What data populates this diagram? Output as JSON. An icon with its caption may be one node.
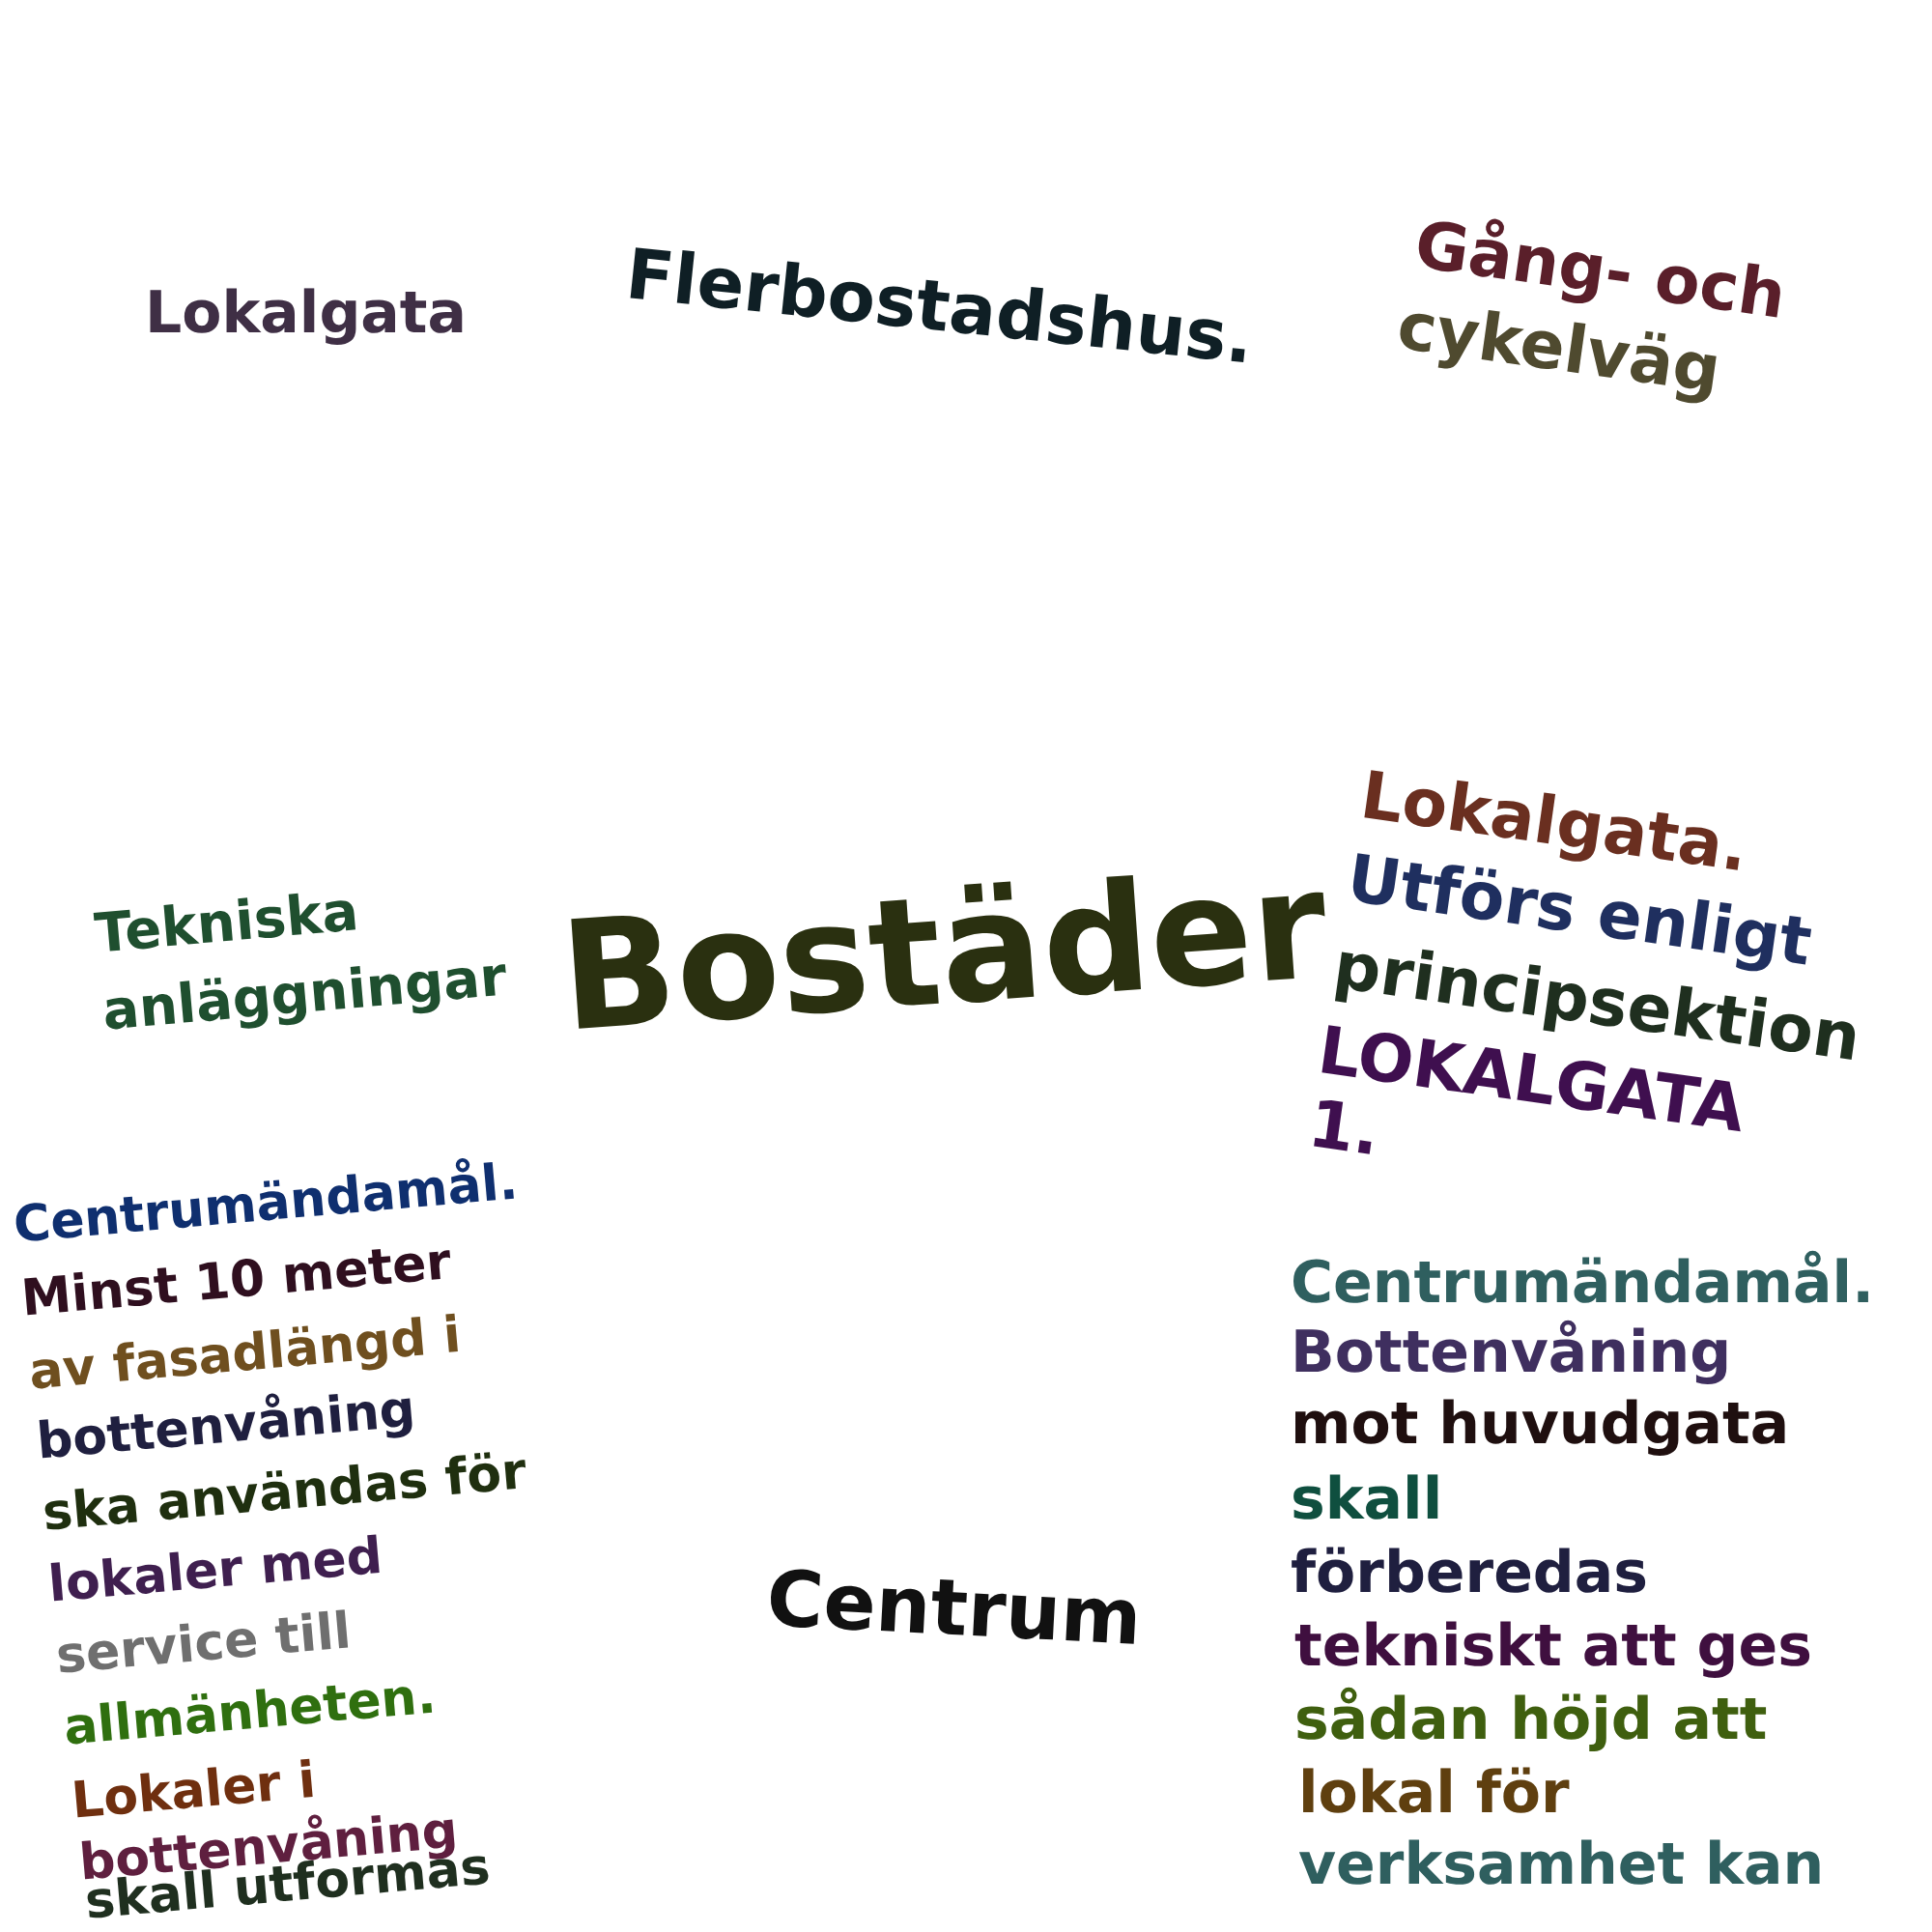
{
  "diagram": {
    "labels": [
      "Lokalgata",
      "Flerbostadshus.",
      "Gång- och",
      "cykelväg",
      "Lokalgata.",
      "Utförs enligt",
      "principsektion",
      "LOKALGATA",
      "1.",
      "Tekniska",
      "anläggningar",
      "Bostäder",
      "Centrumändamål.",
      "Minst 10 meter",
      "av fasadlängd i",
      "bottenvåning",
      "ska användas för",
      "lokaler med",
      "service till",
      "allmänheten.",
      "Lokaler i",
      "bottenvåning",
      "skall utformas",
      "Centrum",
      "Centrumändamål.",
      "Bottenvåning",
      "mot huvudgata",
      "skall",
      "förberedas",
      "tekniskt att ges",
      "sådan höjd att",
      "lokal för",
      "verksamhet kan"
    ]
  }
}
